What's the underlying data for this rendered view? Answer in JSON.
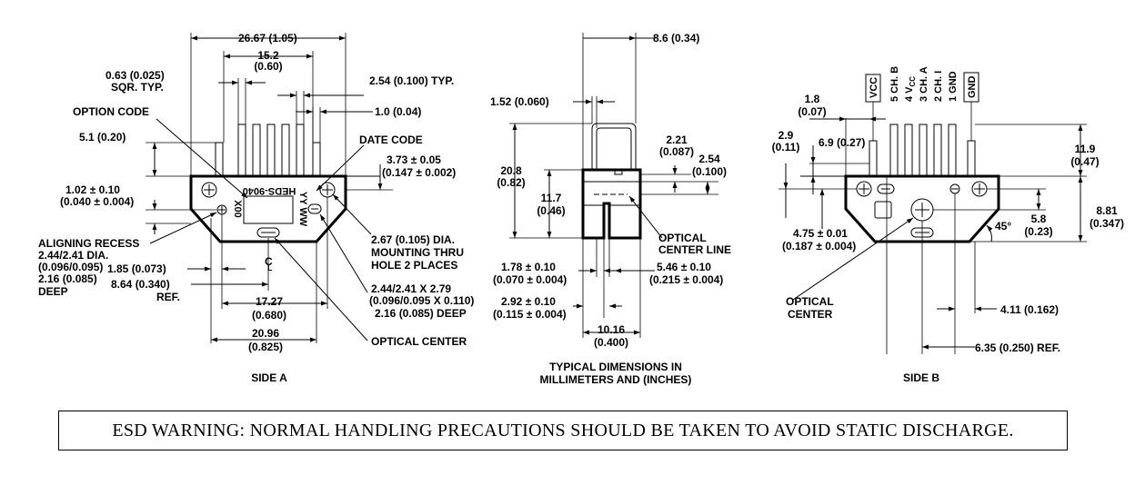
{
  "side_a": {
    "caption": "SIDE A",
    "dims": {
      "overall_width": "26.67 (1.05)",
      "pin_span_mm": "15.2",
      "pin_span_in": "(0.60)",
      "sqr_mm": "0.63 (0.025)",
      "sqr_label": "SQR. TYP.",
      "pitch": "2.54 (0.100) TYP.",
      "pin_w": "1.0 (0.04)",
      "option_code": "OPTION CODE",
      "date_code": "DATE CODE",
      "lead_height": "5.1 (0.20)",
      "body_thick_mm": "3.73 ± 0.05",
      "body_thick_in": "(0.147 ± 0.002)",
      "recess_off_mm": "1.02 ± 0.10",
      "recess_off_in": "(0.040 ± 0.004)",
      "recess_1": "ALIGNING RECESS",
      "recess_2": "2.44/2.41 DIA.",
      "recess_3": "(0.096/0.095)",
      "recess_4": "2.16 (0.085)",
      "recess_5": "DEEP",
      "hole_1": "2.67 (0.105) DIA.",
      "hole_2": "MOUNTING THRU",
      "hole_3": "HOLE 2 PLACES",
      "slot_1": "2.44/2.41 X 2.79",
      "slot_2": "(0.096/0.095 X 0.110)",
      "slot_3": "2.16 (0.085) DEEP",
      "d_185": "1.85 (0.073)",
      "d_864": "8.64 (0.340)",
      "ref": "REF.",
      "d_1727_mm": "17.27",
      "d_1727_in": "(0.680)",
      "d_2096_mm": "20.96",
      "d_2096_in": "(0.825)",
      "optical_center": "OPTICAL CENTER",
      "cl_c": "C",
      "cl_l": "L",
      "marking_part": "HEDS-9040",
      "marking_date": "YY WW",
      "marking_option": "X00"
    }
  },
  "side_view": {
    "caption_1": "TYPICAL DIMENSIONS IN",
    "caption_2": "MILLIMETERS AND (INCHES)",
    "dims": {
      "d_86": "8.6 (0.34)",
      "d_152": "1.52 (0.060)",
      "d_221_mm": "2.21",
      "d_221_in": "(0.087)",
      "d_254_mm": "2.54",
      "d_254_in": "(0.100)",
      "d_208_mm": "20.8",
      "d_208_in": "(0.82)",
      "d_117_mm": "11.7",
      "d_117_in": "(0.46)",
      "ocl_1": "OPTICAL",
      "ocl_2": "CENTER LINE",
      "d_178_mm": "1.78 ± 0.10",
      "d_178_in": "(0.070 ± 0.004)",
      "d_546_mm": "5.46 ± 0.10",
      "d_546_in": "(0.215 ± 0.004)",
      "d_292_mm": "2.92 ± 0.10",
      "d_292_in": "(0.115 ± 0.004)",
      "d_1016_mm": "10.16",
      "d_1016_in": "(0.400)"
    }
  },
  "side_b": {
    "caption": "SIDE B",
    "pins": {
      "vcc_box": "VCC",
      "pin5": "5 CH. B",
      "pin4_pre": "4 V",
      "pin4_sub": "CC",
      "pin3": "3 CH. A",
      "pin2": "2 CH. I",
      "pin1": "1 GND",
      "gnd_box": "GND"
    },
    "dims": {
      "d_18_mm": "1.8",
      "d_18_in": "(0.07)",
      "d_29_mm": "2.9",
      "d_29_in": "(0.11)",
      "d_69": "6.9 (0.27)",
      "d_119_mm": "11.9",
      "d_119_in": "(0.47)",
      "d_881_mm": "8.81",
      "d_881_in": "(0.347)",
      "d_58_mm": "5.8",
      "d_58_in": "(0.23)",
      "angle": "45°",
      "d_475_mm": "4.75 ± 0.01",
      "d_475_in": "(0.187 ± 0.004)",
      "oc_1": "OPTICAL",
      "oc_2": "CENTER",
      "d_411": "4.11 (0.162)",
      "d_635": "6.35 (0.250) REF."
    }
  },
  "warning": "ESD WARNING: NORMAL HANDLING PRECAUTIONS SHOULD BE TAKEN TO AVOID STATIC DISCHARGE."
}
